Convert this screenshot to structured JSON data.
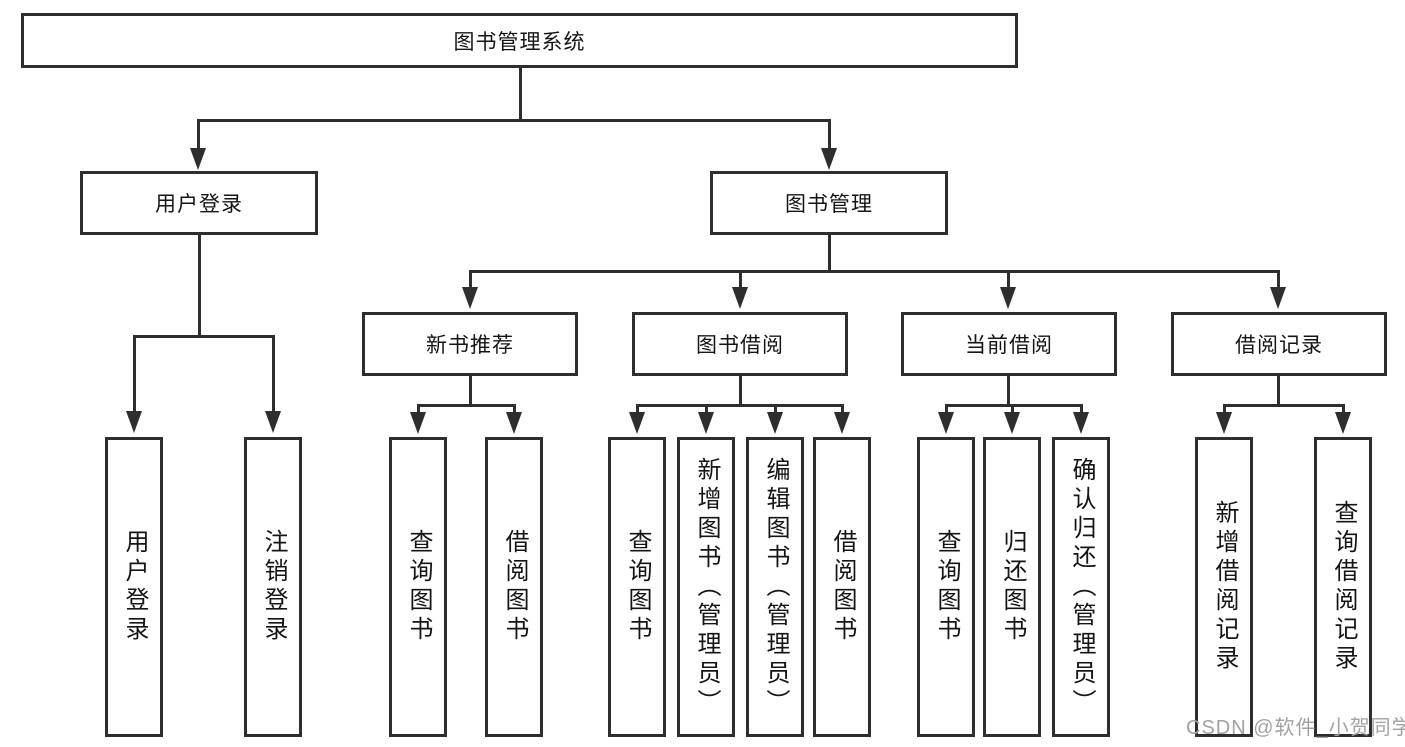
{
  "diagram": {
    "title_node": {
      "label": "图书管理系统"
    },
    "level2": [
      {
        "label": "用户登录"
      },
      {
        "label": "图书管理"
      }
    ],
    "level3": [
      {
        "label": "新书推荐"
      },
      {
        "label": "图书借阅"
      },
      {
        "label": "当前借阅"
      },
      {
        "label": "借阅记录"
      }
    ],
    "groups": [
      {
        "parent": "用户登录",
        "leaves": [
          {
            "label": "用户登录"
          },
          {
            "label": "注销登录"
          }
        ]
      },
      {
        "parent": "新书推荐",
        "leaves": [
          {
            "label": "查询图书"
          },
          {
            "label": "借阅图书"
          }
        ]
      },
      {
        "parent": "图书借阅",
        "leaves": [
          {
            "label": "查询图书"
          },
          {
            "label": "新增图书（管理员）"
          },
          {
            "label": "编辑图书（管理员）"
          },
          {
            "label": "借阅图书"
          }
        ]
      },
      {
        "parent": "当前借阅",
        "leaves": [
          {
            "label": "查询图书"
          },
          {
            "label": "归还图书"
          },
          {
            "label": "确认归还（管理员）"
          }
        ]
      },
      {
        "parent": "借阅记录",
        "leaves": [
          {
            "label": "新增借阅记录"
          },
          {
            "label": "查询借阅记录"
          }
        ]
      }
    ]
  },
  "watermark": {
    "text": "CSDN @软件_小贺同学"
  },
  "colors": {
    "line": "#2e2e2e",
    "text": "#151515",
    "background": "#ffffff",
    "watermark": "#a2a2a2"
  }
}
